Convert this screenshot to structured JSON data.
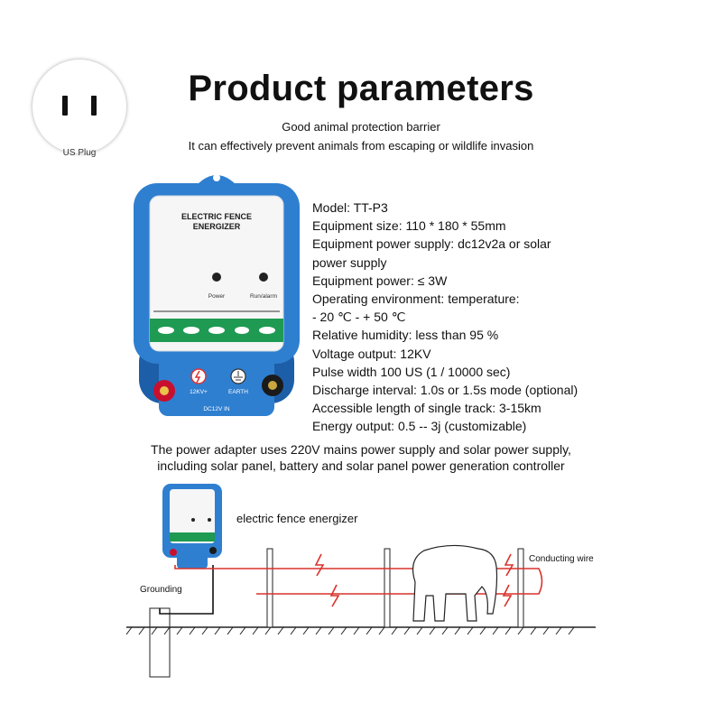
{
  "plug": {
    "caption": "US Plug"
  },
  "header": {
    "title": "Product parameters",
    "subtitle_line1": "Good animal protection barrier",
    "subtitle_line2": "It can effectively prevent animals from escaping or wildlife invasion"
  },
  "device": {
    "label_line1": "ELECTRIC FENCE",
    "label_line2": "ENERGIZER",
    "power_led": "Power",
    "run_led": "Run/alarm",
    "hv_terminal": "12KV+",
    "earth_terminal": "EARTH",
    "dc_input": "DC12V IN"
  },
  "specs": [
    "Model: TT-P3",
    "Equipment size: 110 * 180 * 55mm",
    "Equipment power supply: dc12v2a or solar",
    "power supply",
    "Equipment power: ≤ 3W",
    "Operating environment: temperature:",
    "- 20 ℃ - + 50 ℃",
    "Relative humidity: less than 95 %",
    "Voltage output: 12KV",
    "Pulse width 100 US (1 / 10000 sec)",
    "Discharge interval: 1.0s or 1.5s mode (optional)",
    "Accessible length of single track: 3-15km",
    "Energy output: 0.5 -- 3j (customizable)"
  ],
  "note": {
    "line1": "The power adapter uses 220V mains power supply and solar power supply,",
    "line2": "including solar panel, battery and solar panel power generation controller"
  },
  "diagram": {
    "energizer_label": "electric fence energizer",
    "grounding_label": "Grounding",
    "wire_label": "Conducting wire"
  },
  "colors": {
    "shell_blue": "#2f7fd0",
    "shell_dark": "#1d5ea8",
    "panel_green": "#1f9a52",
    "wire_red": "#d9322b"
  }
}
